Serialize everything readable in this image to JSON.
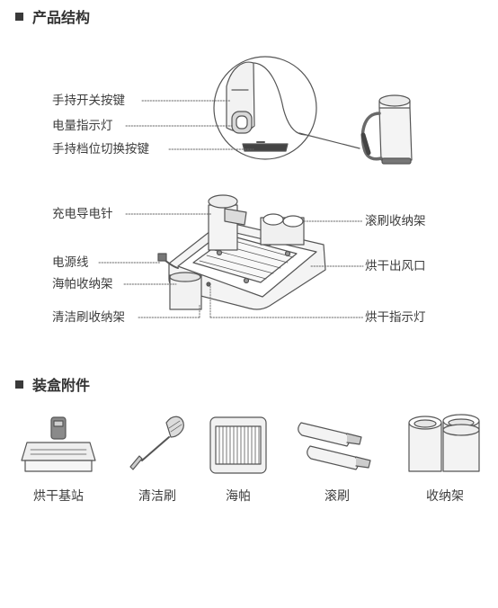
{
  "sections": {
    "structure_title": "产品结构",
    "accessories_title": "装盒附件"
  },
  "structure_labels": {
    "handle_switch_button": "手持开关按键",
    "battery_indicator": "电量指示灯",
    "handle_gear_button": "手持档位切换按键",
    "charging_pin": "充电导电针",
    "power_cord": "电源线",
    "filter_holder": "海帕收纳架",
    "brush_holder": "清洁刷收纳架",
    "roller_holder": "滚刷收纳架",
    "dryer_outlet": "烘干出风口",
    "dryer_indicator": "烘干指示灯"
  },
  "accessories": [
    {
      "name": "drying-base",
      "label": "烘干基站"
    },
    {
      "name": "cleaning-brush",
      "label": "清洁刷"
    },
    {
      "name": "hepa-filter",
      "label": "海帕"
    },
    {
      "name": "roller-brush",
      "label": "滚刷"
    },
    {
      "name": "storage-rack",
      "label": "收纳架"
    }
  ],
  "colors": {
    "line": "#555555",
    "text": "#333333",
    "device_fill": "#f2f2f2",
    "dark_part": "#8a8a8a"
  }
}
